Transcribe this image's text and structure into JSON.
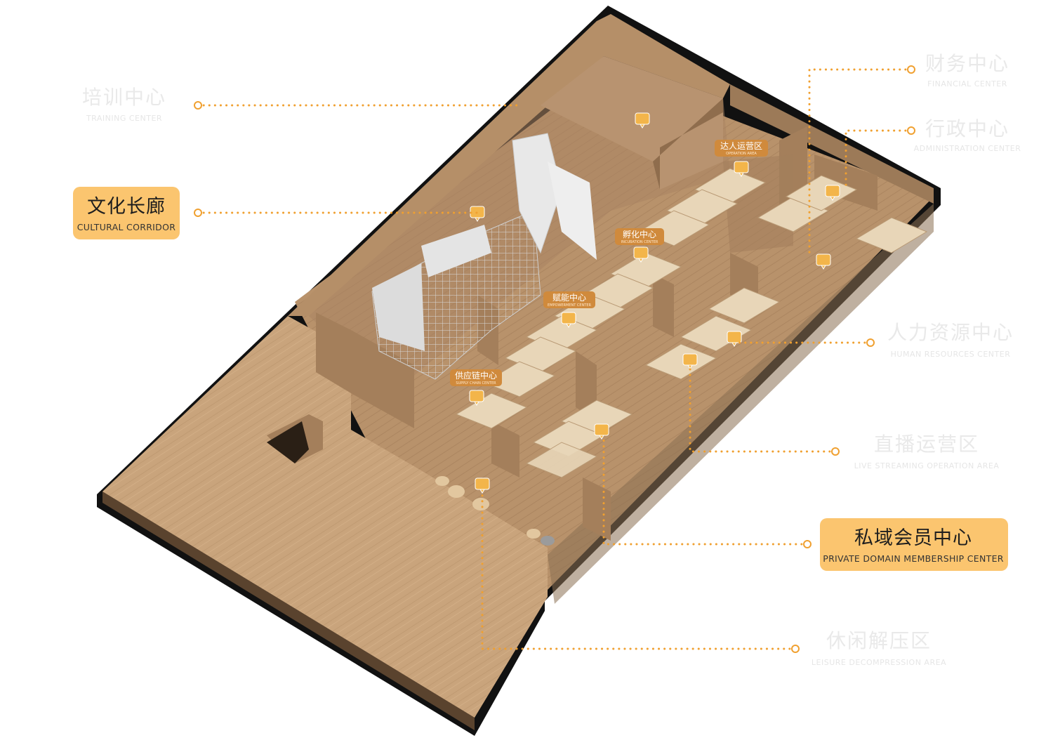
{
  "colors": {
    "accent": "#f0a030",
    "highlight_fill": "#fbc56f",
    "wood_top": "#c8a27a",
    "wood_dark": "#8a6a4a",
    "tag_fill": "#d08a3c"
  },
  "labels": {
    "training": {
      "cn": "培训中心",
      "en": "TRAINING CENTER"
    },
    "cultural": {
      "cn": "文化长廊",
      "en": "CULTURAL CORRIDOR"
    },
    "financial": {
      "cn": "财务中心",
      "en": "FINANCIAL CENTER"
    },
    "administration": {
      "cn": "行政中心",
      "en": "ADMINISTRATION CENTER"
    },
    "human_resources": {
      "cn": "人力资源中心",
      "en": "HUMAN RESOURCES CENTER"
    },
    "live_streaming": {
      "cn": "直播运营区",
      "en": "LIVE STREAMING OPERATION AREA"
    },
    "private_domain": {
      "cn": "私域会员中心",
      "en": "PRIVATE DOMAIN MEMBERSHIP CENTER"
    },
    "leisure": {
      "cn": "休闲解压区",
      "en": "LEISURE DECOMPRESSION AREA"
    }
  },
  "tags": {
    "operation": {
      "cn": "达人运营区",
      "en": "OPERATION AREA"
    },
    "incubation": {
      "cn": "孵化中心",
      "en": "INCUBATION CENTER"
    },
    "empowerment": {
      "cn": "赋能中心",
      "en": "EMPOWERMENT CENTER"
    },
    "supply_chain": {
      "cn": "供应链中心",
      "en": "SUPPLY CHAIN CENTER"
    }
  }
}
